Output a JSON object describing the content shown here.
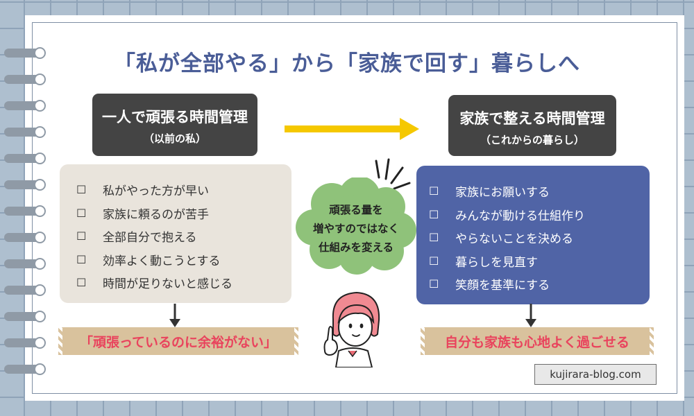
{
  "title": "「私が全部やる」から「家族で回す」暮らしへ",
  "left": {
    "heading": "一人で頑張る時間管理",
    "subheading": "（以前の私）",
    "items": [
      "私がやった方が早い",
      "家族に頼るのが苦手",
      "全部自分で抱える",
      "効率よく動こうとする",
      "時間が足りないと感じる"
    ],
    "result": "「頑張っているのに余裕がない」"
  },
  "right": {
    "heading": "家族で整える時間管理",
    "subheading": "（これからの暮らし）",
    "items": [
      "家族にお願いする",
      "みんなが動ける仕組作り",
      "やらないことを決める",
      "暮らしを見直す",
      "笑顔を基準にする"
    ],
    "result": "自分も家族も心地よく過ごせる"
  },
  "bubble": {
    "line1": "頑張る量を",
    "line2": "増やすのではなく",
    "line3": "仕組みを変える"
  },
  "checkbox_glyph": "☐",
  "watermark": "kujirara-blog.com",
  "icons": {
    "main_arrow": "arrow-right-icon",
    "down_arrow": "arrow-down-icon",
    "cloud": "cloud-speech-bubble",
    "emphasis": "emphasis-rays-icon",
    "person": "girl-pointing-illustration"
  },
  "colors": {
    "title": "#4a5d97",
    "heading_box": "#444444",
    "left_list_bg": "#e9e4dc",
    "right_list_bg": "#5064a6",
    "main_arrow": "#f5c800",
    "cloud": "#8fc27a",
    "result_text": "#e9435d",
    "tape": "#d9c29d"
  }
}
